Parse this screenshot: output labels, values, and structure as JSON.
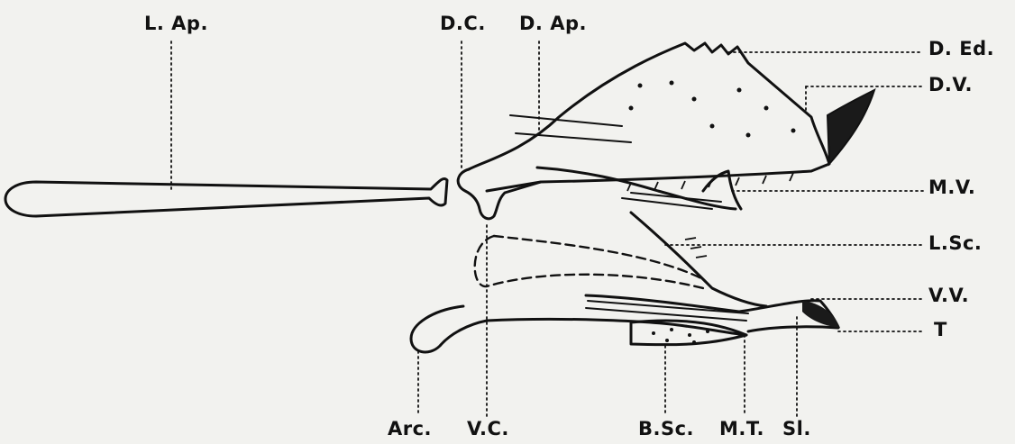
{
  "labels": {
    "l_ap": "L. Ap.",
    "d_c": "D.C.",
    "d_ap": "D. Ap.",
    "d_ed": "D. Ed.",
    "d_v": "D.V.",
    "m_v": "M.V.",
    "l_sc": "L.Sc.",
    "v_v": "V.V.",
    "t": "T",
    "arc": "Arc.",
    "v_c": "V.C.",
    "b_sc": "B.Sc.",
    "m_t": "M.T.",
    "sl": "Sl."
  },
  "colors": {
    "ink": "#111111",
    "paper": "#f2f2ef"
  }
}
